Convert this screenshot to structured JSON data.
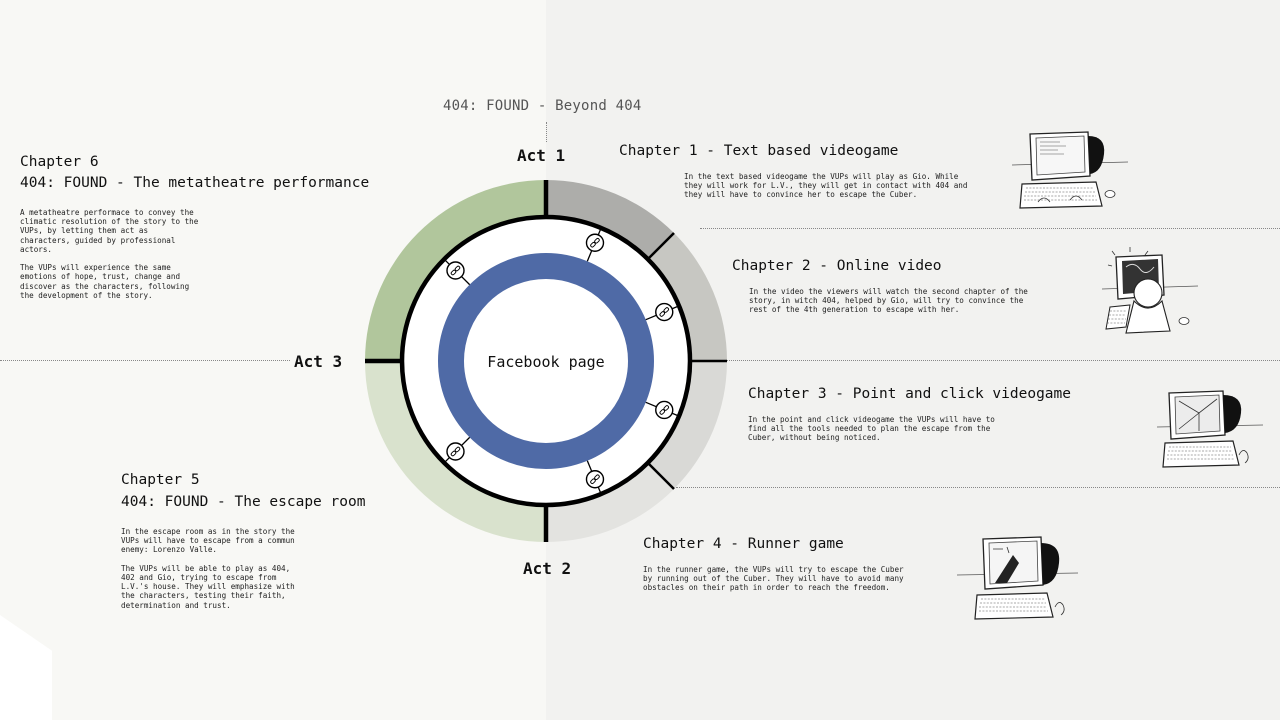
{
  "header": {
    "title": "404: FOUND - Beyond 404"
  },
  "center": {
    "label": "Facebook page"
  },
  "acts": {
    "act1": "Act 1",
    "act2": "Act 2",
    "act3": "Act 3"
  },
  "chapters": [
    {
      "heading": "Chapter 1 - Text based videogame",
      "lines": [
        "In the text based videogame the VUPs will play as Gio. While",
        "they will work for L.V., they will get in contact with 404 and",
        "they will have to convince her to escape the Cuber."
      ]
    },
    {
      "heading": "Chapter 2 - Online video",
      "lines": [
        "In the video the viewers will watch the second chapter of the",
        "story, in witch 404, helped by Gio, will try to convince the",
        "rest of the 4th generation to escape with her."
      ]
    },
    {
      "heading": "Chapter 3 - Point and click videogame",
      "lines": [
        "In the point and click videogame the VUPs will have to",
        "find all the tools needed to plan the escape from the",
        "Cuber, without being noticed."
      ]
    },
    {
      "heading": "Chapter 4 - Runner game",
      "lines": [
        "In the runner game, the VUPs will try to escape the Cuber",
        "by running out of the Cuber. They will have to avoid many",
        "obstacles on their path in order to reach the freedom."
      ]
    },
    {
      "heading": "Chapter 5",
      "subheading": "404: FOUND - The escape room",
      "lines": [
        "In the escape room as in the story the",
        "VUPs will have to escape from a commun",
        "enemy: Lorenzo Valle.",
        "",
        "The VUPs will be able to play as 404,",
        "402 and Gio, trying to escape from",
        "L.V.'s house. They will emphasize with",
        "the characters, testing their faith,",
        "determination and trust."
      ]
    },
    {
      "heading": "Chapter 6",
      "subheading": "404: FOUND - The metatheatre performance",
      "lines": [
        "A metatheatre performace to convey the",
        "climatic resolution of the story to the",
        "VUPs, by letting them act as",
        "characters, guided by professional",
        "actors.",
        "",
        "The VUPs will experience the same",
        "emotions of hope, trust, change and",
        "discover as the characters, following",
        "the development of the story."
      ]
    }
  ],
  "colors": {
    "ring_blue": "#4f6aa6",
    "act3_green": "#b1c69c",
    "act2_green": "#d9e2cd",
    "act1_grey": "#adadaa",
    "ch2_grey": "#c7c7c2",
    "ch3_grey": "#d9d9d6",
    "ch4_grey": "#e3e3e0"
  },
  "icons": [
    "link-icon",
    "computer-illustration"
  ]
}
